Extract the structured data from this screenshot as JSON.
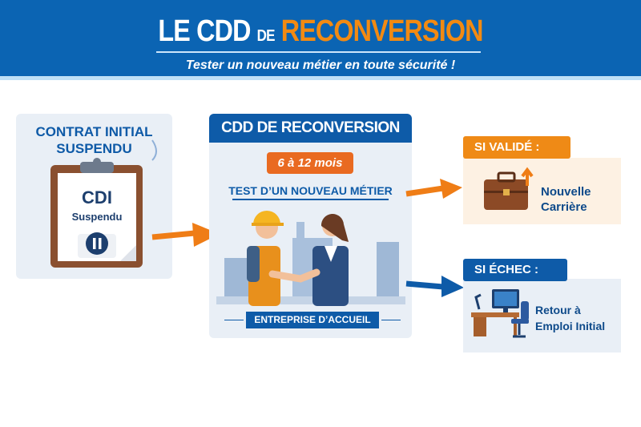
{
  "header": {
    "title_part1": "LE CDD",
    "title_part2": "DE",
    "title_part3": "RECONVERSION",
    "subtitle": "Tester un nouveau métier en toute sécurité !"
  },
  "left": {
    "title": "CONTRAT INITIAL SUSPENDU",
    "doc_title": "CDI",
    "doc_status": "Suspendu"
  },
  "center": {
    "title": "CDD DE RECONVERSION",
    "duration": "6 à 12 mois",
    "subtitle": "TEST D’UN NOUVEAU MÉTIER",
    "ribbon": "ENTREPRISE D’ACCUEIL"
  },
  "success": {
    "label": "SI VALIDÉ :",
    "text": "Nouvelle Carrière"
  },
  "failure": {
    "label": "SI ÉCHEC :",
    "text": "Retour à Emploi Initial"
  },
  "colors": {
    "blue": "#0e5ba8",
    "orange": "#ef8a16",
    "header": "#0b64b3"
  }
}
